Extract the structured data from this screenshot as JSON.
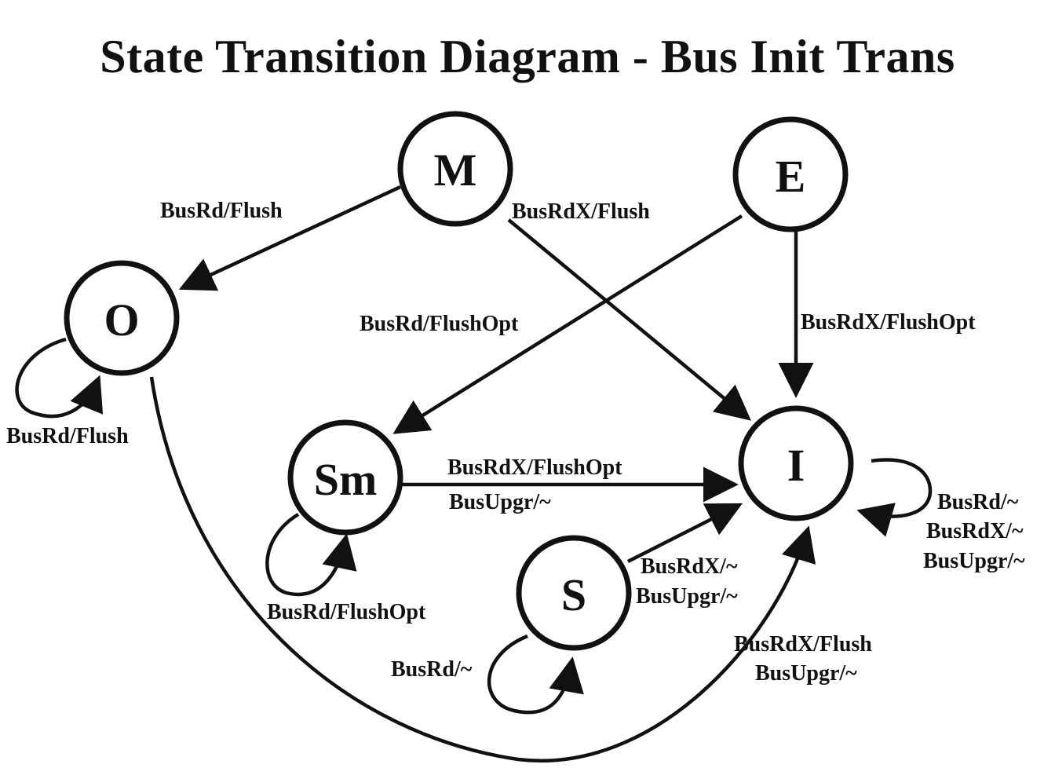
{
  "title": "State Transition Diagram - Bus Init Trans",
  "states": {
    "M": "M",
    "E": "E",
    "O": "O",
    "Sm": "Sm",
    "I": "I",
    "S": "S"
  },
  "transitions": {
    "m_to_o": "BusRd/Flush",
    "m_to_i": "BusRdX/Flush",
    "e_to_sm": "BusRd/FlushOpt",
    "e_to_i": "BusRdX/FlushOpt",
    "o_self": "BusRd/Flush",
    "sm_to_i_1": "BusRdX/FlushOpt",
    "sm_to_i_2": "BusUpgr/~",
    "sm_self": "BusRd/FlushOpt",
    "s_to_i_1": "BusRdX/~",
    "s_to_i_2": "BusUpgr/~",
    "s_self": "BusRd/~",
    "o_to_i_1": "BusRdX/Flush",
    "o_to_i_2": "BusUpgr/~",
    "i_self_1": "BusRd/~",
    "i_self_2": "BusRdX/~",
    "i_self_3": "BusUpgr/~"
  },
  "colors": {
    "stroke": "#111111",
    "background": "#ffffff"
  }
}
